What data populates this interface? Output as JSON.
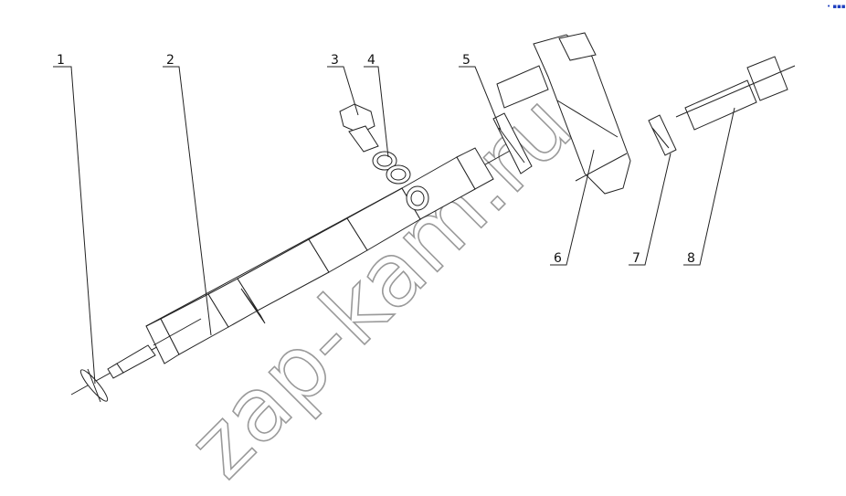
{
  "diagram": {
    "callouts": [
      {
        "id": "1",
        "label": "1"
      },
      {
        "id": "2",
        "label": "2"
      },
      {
        "id": "3",
        "label": "3"
      },
      {
        "id": "4",
        "label": "4"
      },
      {
        "id": "5",
        "label": "5"
      },
      {
        "id": "6",
        "label": "6"
      },
      {
        "id": "7",
        "label": "7"
      },
      {
        "id": "8",
        "label": "8"
      }
    ],
    "watermark": "zap-kam.ru",
    "corner_mark": "• ▪▪▪"
  }
}
